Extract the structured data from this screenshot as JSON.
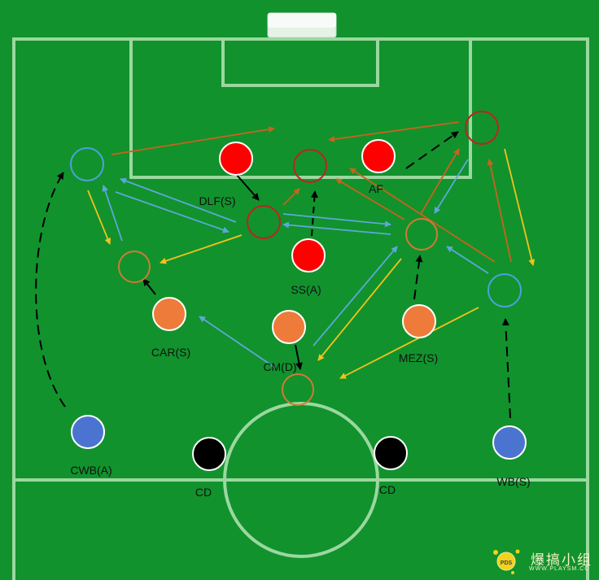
{
  "colors": {
    "pitch": "#11922d",
    "lines": "#9bd89f",
    "red": "#ff0000",
    "orange": "#ee7b3a",
    "blue": "#4a74cf",
    "black": "#000000",
    "ring_red": "#c0221f",
    "ring_orange": "#d17a33",
    "ring_blue": "#4aa3d9",
    "arrow_blue": "#5ea7db",
    "arrow_orange": "#c8631d",
    "arrow_yellow": "#f2c21b",
    "arrow_black": "#000000"
  },
  "players": [
    {
      "id": "dlf",
      "label": "DLF(S)",
      "role_color": "red"
    },
    {
      "id": "af",
      "label": "AF",
      "role_color": "red"
    },
    {
      "id": "ss",
      "label": "SS(A)",
      "role_color": "red"
    },
    {
      "id": "car",
      "label": "CAR(S)",
      "role_color": "orange"
    },
    {
      "id": "cm",
      "label": "CM(D)",
      "role_color": "orange"
    },
    {
      "id": "mez",
      "label": "MEZ(S)",
      "role_color": "orange"
    },
    {
      "id": "cwb",
      "label": "CWB(A)",
      "role_color": "blue"
    },
    {
      "id": "wb",
      "label": "WB(S)",
      "role_color": "blue"
    },
    {
      "id": "cd_left",
      "label": "CD",
      "role_color": "black"
    },
    {
      "id": "cd_right",
      "label": "CD",
      "role_color": "black"
    }
  ],
  "watermark": {
    "text": "爆搞小组",
    "url": "WWW.PLAYSM.CC",
    "logo_text": "PDS"
  }
}
